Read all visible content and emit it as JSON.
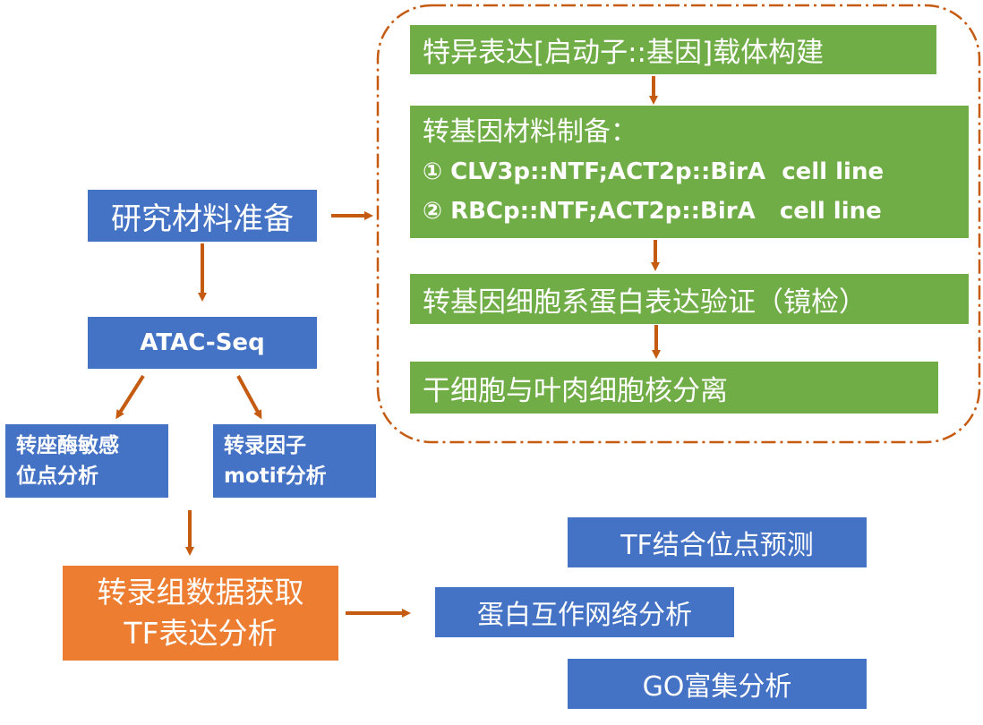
{
  "colors": {
    "blue": "#4472c4",
    "green": "#70ad47",
    "orange": "#ed7d31",
    "arrow": "#c55a11",
    "white": "#ffffff"
  },
  "left": {
    "prep": "研究材料准备",
    "atac": "ATAC-Seq",
    "chromatin": [
      "转座酶敏感",
      "位点分析"
    ],
    "tf_motif": [
      "转录因子",
      "motif分析"
    ],
    "transcriptome": [
      "转录组数据获取",
      "TF表达分析"
    ]
  },
  "right": {
    "vector": "特异表达[启动子::基因]载体构建",
    "transgenic": {
      "title": "转基因材料制备：",
      "lines": [
        "① CLV3p::NTF;ACT2p::BirA  cell line",
        "② RBCp::NTF;ACT2p::BirA   cell line"
      ]
    },
    "verify": "转基因细胞系蛋白表达验证（镜检）",
    "isolate": "干细胞与叶肉细胞核分离"
  },
  "outputs": {
    "tf_binding": "TF结合位点预测",
    "ppi": "蛋白互作网络分析",
    "go": "GO富集分析"
  }
}
